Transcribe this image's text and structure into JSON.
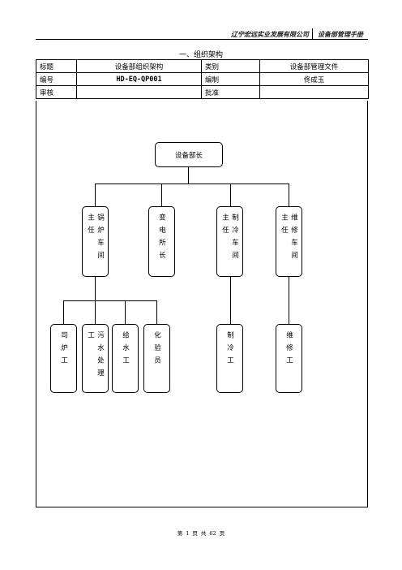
{
  "header": {
    "company": "辽宁宏远实业发展有限公司",
    "manual": "设备部管理手册"
  },
  "section_title": "一、组织架构",
  "meta": {
    "title_label": "标题",
    "title_value": "设备部组织架构",
    "category_label": "类别",
    "category_value": "设备部管理文件",
    "number_label": "编号",
    "number_value": "HD-EQ-QP001",
    "author_label": "编制",
    "author_value": "佟成玉",
    "review_label": "审核",
    "review_value": "",
    "approve_label": "批准",
    "approve_value": ""
  },
  "org": {
    "root": "设备部长",
    "level2": [
      "锅炉车间主任",
      "变电所长",
      "制冷车间主任",
      "维修车间主任"
    ],
    "level3_boiler": [
      "司炉工",
      "污水处理工",
      "给水工",
      "化验员"
    ],
    "level3_refrigeration": "制冷工",
    "level3_maintenance": "维修工"
  },
  "footer": {
    "page_prefix": "第",
    "page_number": "1",
    "page_word": "页",
    "total_prefix": "共",
    "total_pages": "62",
    "total_word": "页"
  }
}
